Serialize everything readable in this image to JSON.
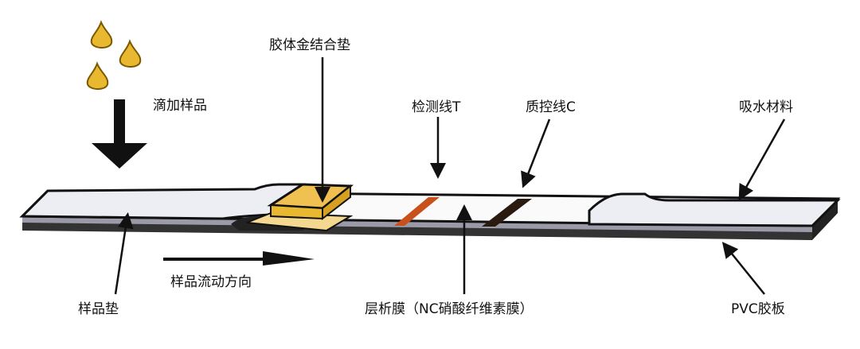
{
  "labels": {
    "conjugate_pad": "胶体金结合垫",
    "add_sample": "滴加样品",
    "test_line": "检测线T",
    "control_line": "质控线C",
    "absorbent": "吸水材料",
    "flow_direction": "样品流动方向",
    "sample_pad": "样品垫",
    "membrane": "层析膜（NC硝酸纤维素膜）",
    "pvc": "PVC胶板"
  },
  "colors": {
    "gold": "#e8b830",
    "test_line": "#c8501a",
    "control_line": "#2a1a10",
    "strip": "#f4f4f4"
  }
}
